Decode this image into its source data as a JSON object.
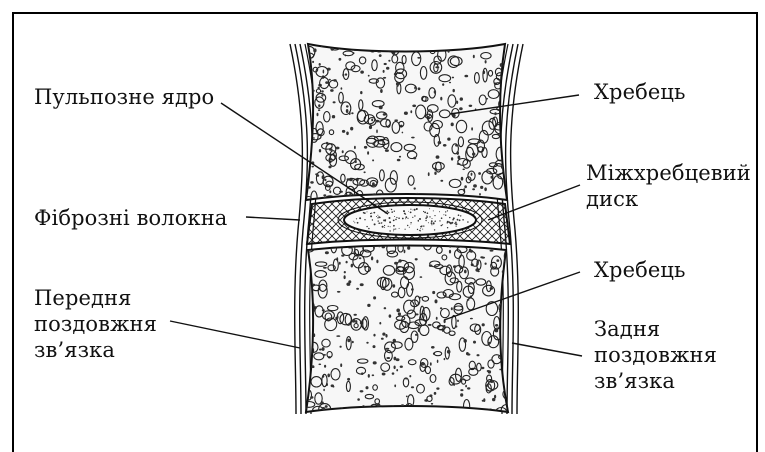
{
  "diagram": {
    "labels": {
      "nucleus": "Пульпозне ядро",
      "fibers": "Фіброзні волокна",
      "anterior_line1": "Передня",
      "anterior_line2": "поздовжня",
      "anterior_line3": "зв’язка",
      "vertebra_top": "Хребець",
      "disc_line1": "Міжхребцевий",
      "disc_line2": "диск",
      "vertebra_bottom": "Хребець",
      "posterior_line1": "Задня",
      "posterior_line2": "поздовжня",
      "posterior_line3": "зв’язка"
    }
  }
}
